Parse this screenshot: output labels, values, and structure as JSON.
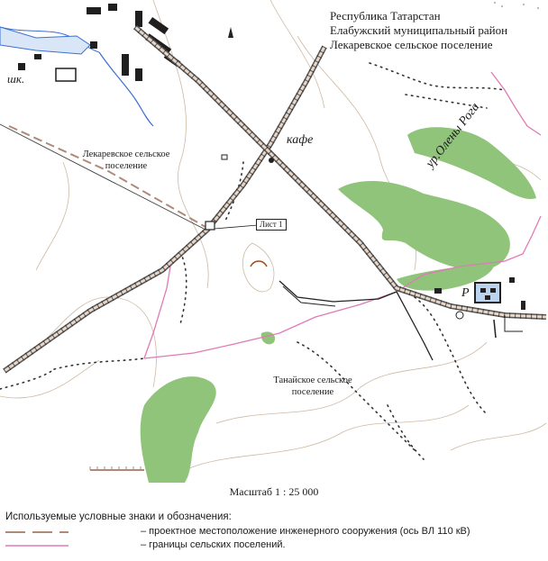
{
  "region_labels": {
    "republic": "Республика Татарстан",
    "district": "Елабужский муниципальный район",
    "settlement": "Лекаревское сельское поселение"
  },
  "map_labels": {
    "school": "шк.",
    "cafe": "кафе",
    "tract": "ур.Олены Рога",
    "lekarevo_line1": "Лекаревское сельское",
    "lekarevo_line2": "поселение",
    "tanay_line1": "Танайское сельское",
    "tanay_line2": "поселение",
    "sheet": "Лист 1",
    "parking": "Р"
  },
  "scale_text": "Масштаб 1 : 25 000",
  "legend": {
    "title": "Используемые условные знаки и обозначения:",
    "items": [
      {
        "label": "– проектное местоположение инженерного сооружения (ось ВЛ 110 кВ)",
        "color": "#b08a78",
        "style": "dashed"
      },
      {
        "label": "– границы сельских поселений.",
        "color": "#e07ab6",
        "style": "solid"
      }
    ]
  },
  "colors": {
    "forest": "#8fc47a",
    "water": "#3b6fd0",
    "boundary": "#e07ab6",
    "powerline": "#b08a78",
    "road": "#333333",
    "contour": "#c9b49a"
  }
}
